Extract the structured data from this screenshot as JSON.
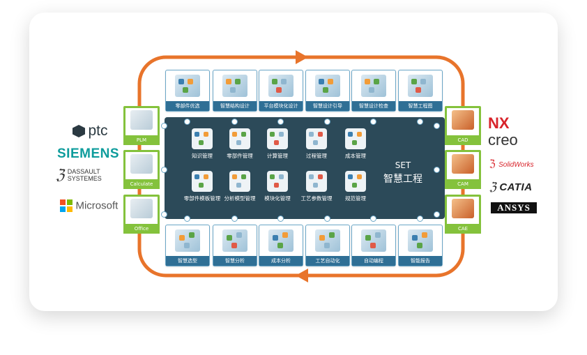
{
  "top_modules": [
    {
      "label": "零部件优选",
      "icon": "parts-select-icon"
    },
    {
      "label": "智慧结构设计",
      "icon": "structure-design-icon"
    },
    {
      "label": "平台模块化设计",
      "icon": "modular-design-icon"
    },
    {
      "label": "智慧设计引导",
      "icon": "design-guide-icon"
    },
    {
      "label": "智慧设计检查",
      "icon": "design-check-icon"
    },
    {
      "label": "智慧工程图",
      "icon": "drawing-icon"
    }
  ],
  "bottom_modules": [
    {
      "label": "智慧选型",
      "icon": "selection-icon"
    },
    {
      "label": "智慧分析",
      "icon": "analysis-icon"
    },
    {
      "label": "成本分析",
      "icon": "cost-analysis-icon"
    },
    {
      "label": "工艺自动化",
      "icon": "process-automation-icon"
    },
    {
      "label": "自动编程",
      "icon": "auto-programming-icon"
    },
    {
      "label": "智能报告",
      "icon": "report-icon"
    }
  ],
  "inner_modules": [
    {
      "label": "知识管理",
      "icon": "knowledge-icon"
    },
    {
      "label": "零部件管理",
      "icon": "parts-icon"
    },
    {
      "label": "计算管理",
      "icon": "calculation-icon"
    },
    {
      "label": "过程管理",
      "icon": "process-icon"
    },
    {
      "label": "成本管理",
      "icon": "cost-icon"
    },
    {
      "label": "零部件模板管理",
      "icon": "template-icon"
    },
    {
      "label": "分析模型管理",
      "icon": "model-icon"
    },
    {
      "label": "模块化管理",
      "icon": "module-icon"
    },
    {
      "label": "工艺参数管理",
      "icon": "parameter-icon"
    },
    {
      "label": "规范管理",
      "icon": "standard-icon"
    }
  ],
  "center": {
    "en": "SET",
    "zh": "智慧工程"
  },
  "left_tools": [
    {
      "label": "PLM"
    },
    {
      "label": "Calculate"
    },
    {
      "label": "Office"
    }
  ],
  "right_tools": [
    {
      "label": "CAD"
    },
    {
      "label": "CAM"
    },
    {
      "label": "CAE"
    }
  ],
  "left_logos": {
    "ptc": "ptc",
    "siemens": "SIEMENS",
    "dassault_1": "DASSAULT",
    "dassault_2": "SYSTEMES",
    "microsoft": "Microsoft"
  },
  "right_logos": {
    "nx": "NX",
    "creo": "creo",
    "solidworks": "SolidWorks",
    "catia": "CATIA",
    "ansys": "ANSYS"
  },
  "colors": {
    "loop": "#e8742b",
    "board": "#2c4a59",
    "tile_label": "#2f6f95",
    "side_border": "#84c23c",
    "nx": "#d8232a"
  }
}
